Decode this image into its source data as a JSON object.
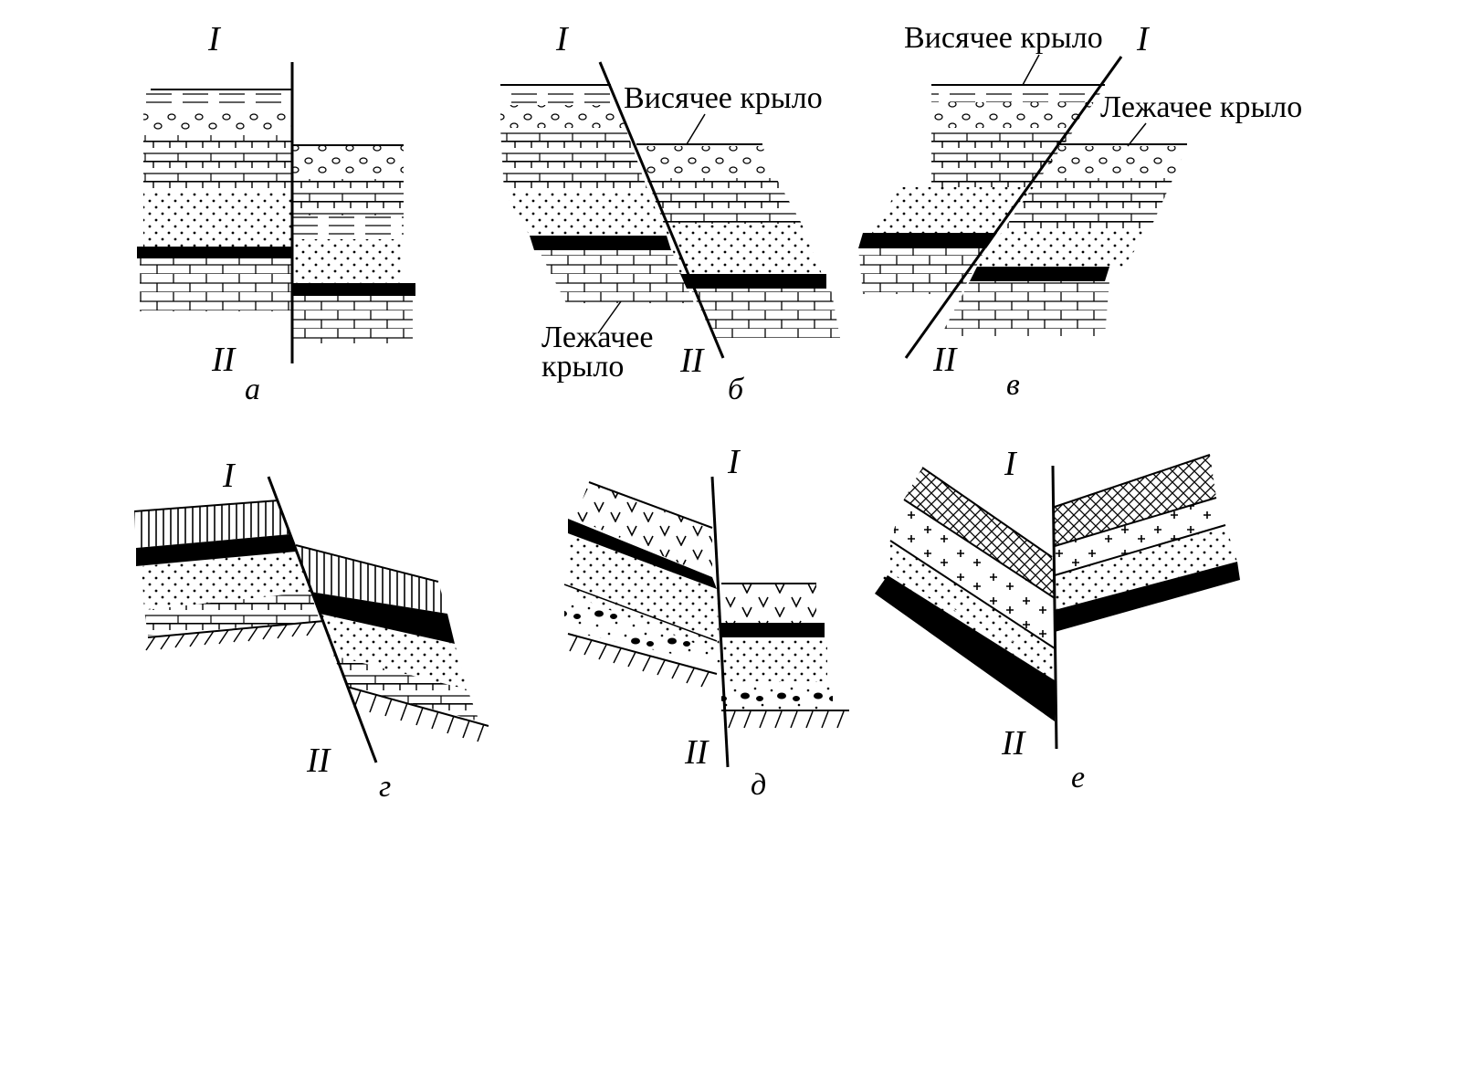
{
  "panels": [
    {
      "id": "a",
      "letter": "а",
      "top_block": "I",
      "bottom_block": "II"
    },
    {
      "id": "b",
      "letter": "б",
      "top_block": "I",
      "bottom_block": "II",
      "hanging_wall": "Висячее крыло",
      "footwall_line1": "Лежачее",
      "footwall_line2": "крыло"
    },
    {
      "id": "v",
      "letter": "в",
      "top_block": "I",
      "bottom_block": "II",
      "hanging_wall": "Висячее крыло",
      "footwall": "Лежачее крыло"
    },
    {
      "id": "g",
      "letter": "г",
      "top_block": "I",
      "bottom_block": "II"
    },
    {
      "id": "d",
      "letter": "д",
      "top_block": "I",
      "bottom_block": "II"
    },
    {
      "id": "e",
      "letter": "е",
      "top_block": "I",
      "bottom_block": "II"
    }
  ]
}
